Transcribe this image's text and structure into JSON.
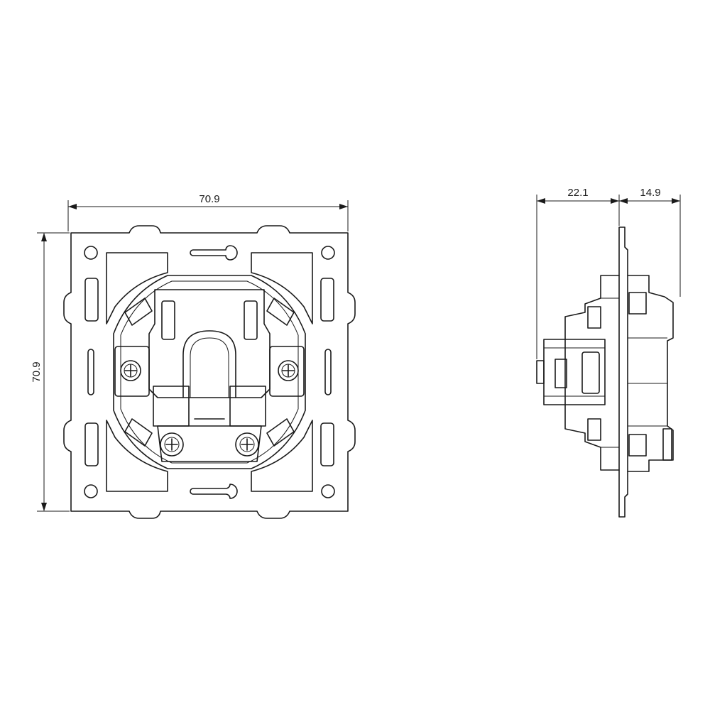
{
  "dimensions": {
    "front_width": "70.9",
    "front_height": "70.9",
    "side_depth_rear": "22.1",
    "side_depth_front": "14.9"
  }
}
